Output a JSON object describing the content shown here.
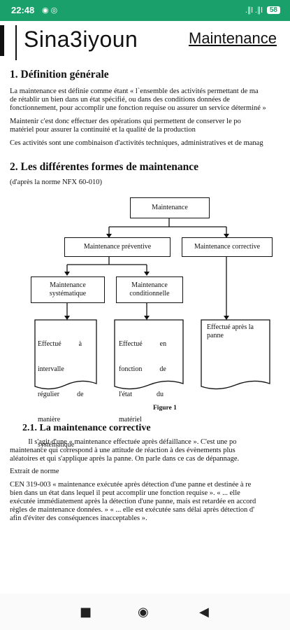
{
  "status_bar": {
    "time": "22:48",
    "notification_icons": "◉ ◎",
    "signal": ".∥l .∥l",
    "battery": "58"
  },
  "header": {
    "brand": "Sina3iyoun",
    "title": "Maintenance"
  },
  "section1": {
    "heading": "1.  Définition générale",
    "lines": [
      "La maintenance est définie comme étant « l`ensemble des activités permettant de ma",
      "de rétablir un bien dans un état spécifié, ou dans des conditions données de",
      "fonctionnement, pour accomplir une fonction requise ou assurer un service déterminé »",
      "Maintenir c'est donc effectuer des opérations qui permettent de conserver le po",
      "matériel pour assurer la continuité et la qualité de la production",
      "Ces activités sont une combinaison d'activités techniques, administratives et de manag"
    ]
  },
  "section2": {
    "heading": "2.  Les différentes formes de maintenance",
    "subtitle": "(d'après la norme NFX 60-010)"
  },
  "diagram": {
    "root": "Maintenance",
    "preventive": "Maintenance préventive",
    "corrective": "Maintenance corrective",
    "systematic": [
      "Maintenance",
      "systématique"
    ],
    "conditional": [
      "Maintenance",
      "conditionnelle"
    ],
    "note_systematic": [
      "Effectué          à",
      "intervalle",
      "régulier          de",
      "manière",
      "systématique"
    ],
    "note_conditional": [
      "Effectué          en",
      "fonction          de",
      "l'état              du",
      "matériel"
    ],
    "note_corrective": [
      "Effectué après la",
      "panne"
    ],
    "figure_caption": "Figure 1"
  },
  "section21": {
    "heading": "2.1. La maintenance corrective",
    "lines": [
      "          Il s'agit d'une « maintenance effectuée après défaillance ». C'est une po",
      "maintenance qui correspond à une attitude de réaction à des évènements plus",
      "aléatoires et qui s'applique après la panne. On parle dans ce cas de dépannage.",
      "Extrait de norme",
      "CEN 319-003 « maintenance exécutée après détection d'une panne et destinée à re",
      "bien dans un état dans lequel il peut accomplir une fonction requise ». « ... elle",
      "exécutée immédiatement après la détection d'une panne, mais est retardée en accord",
      "règles de maintenance données. » « ... elle est exécutée sans délai après détection d'",
      "afin d'éviter des conséquences inacceptables »."
    ]
  }
}
